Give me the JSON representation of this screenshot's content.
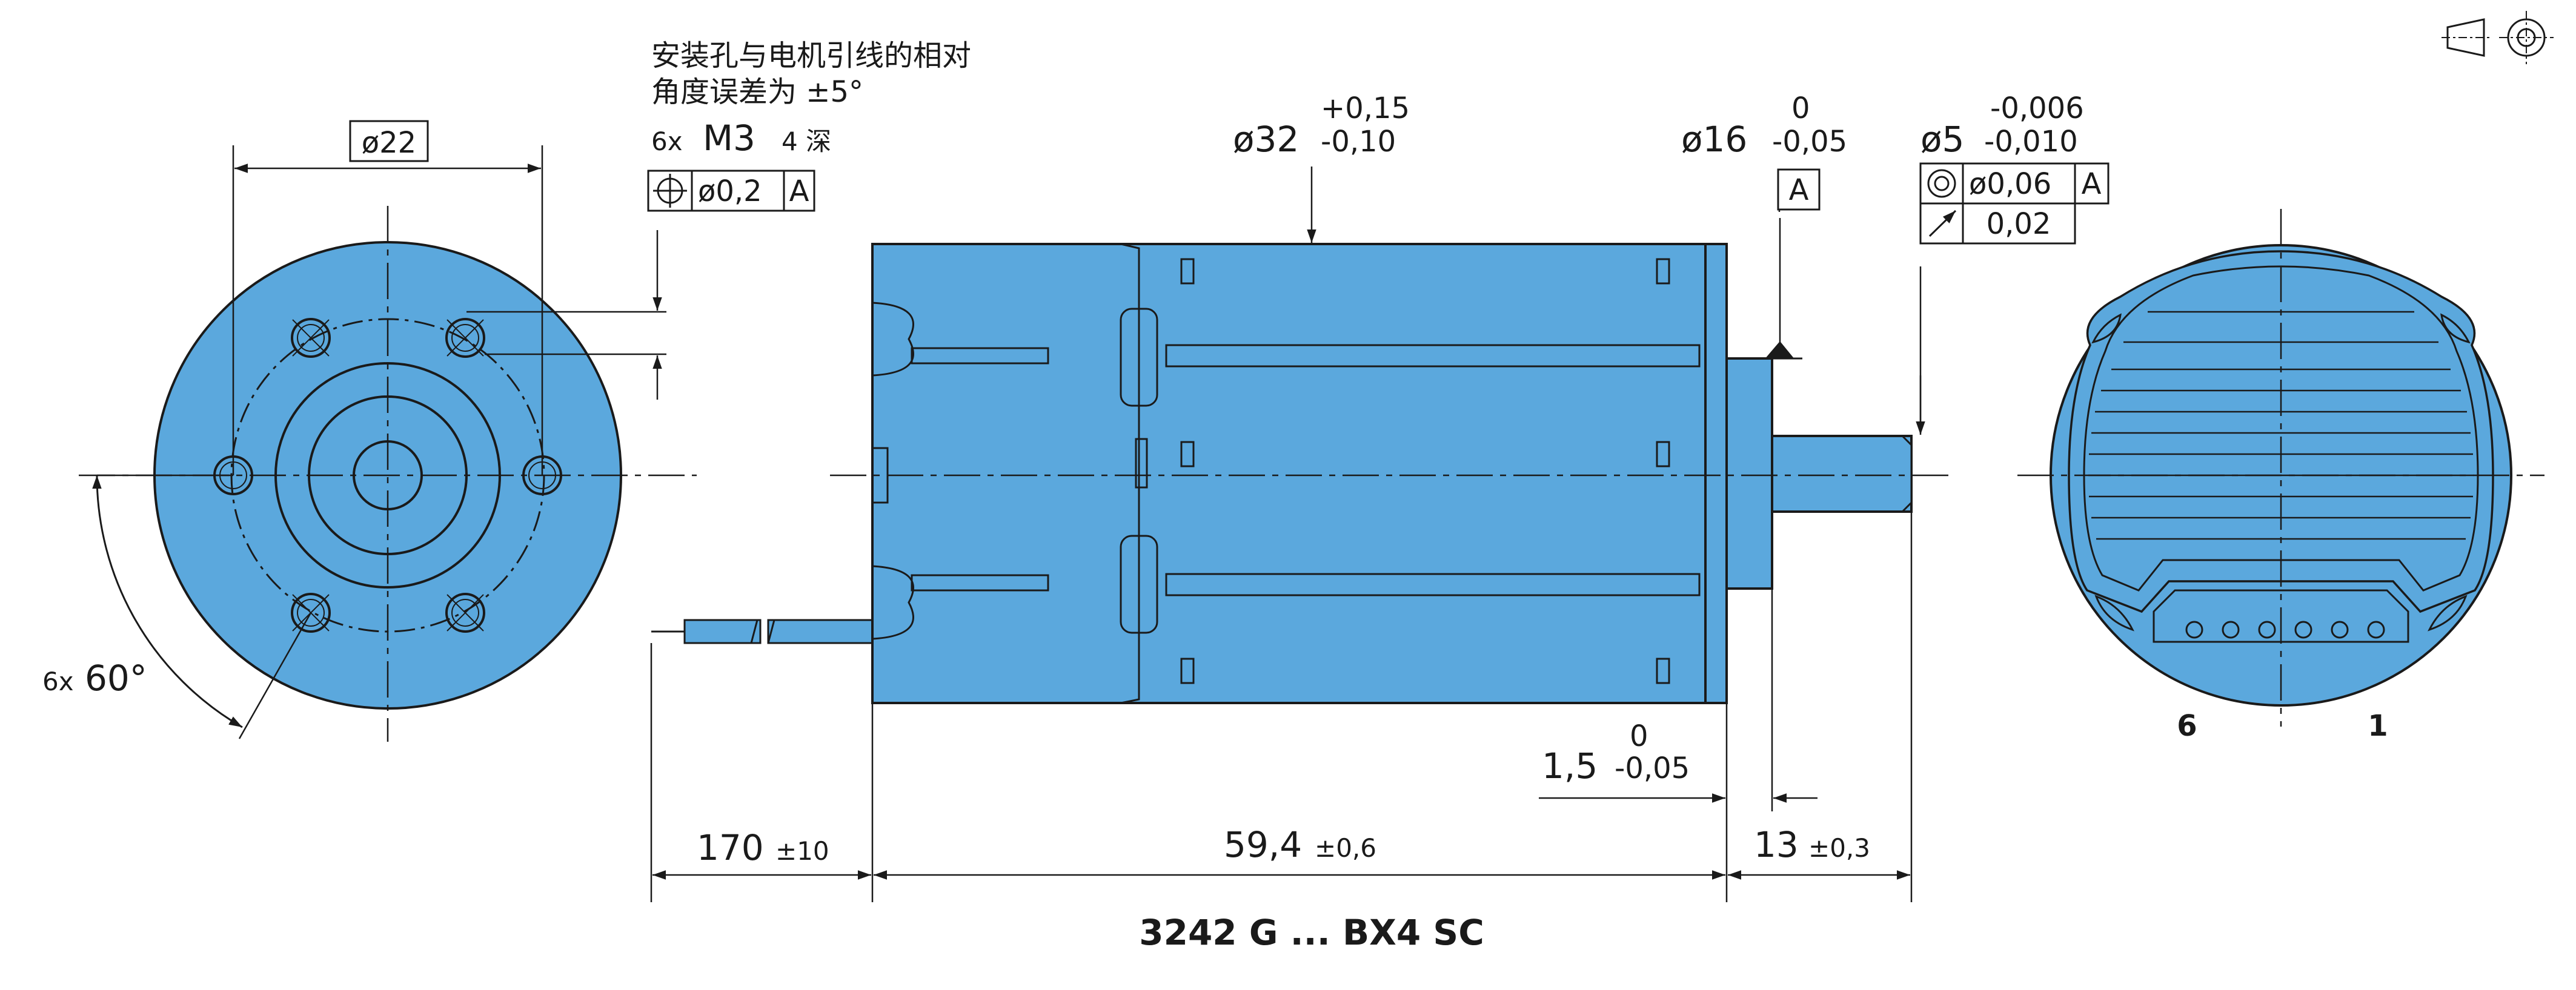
{
  "drawing": {
    "model": "3242 G ... BX4 SC",
    "body_color": "#5ba8dd",
    "line_color": "#1a1a1a"
  },
  "front_view": {
    "bolt_circle_dia": "ø22",
    "hole_note_line1": "安装孔与电机引线的相对",
    "hole_note_line2": "角度误差为 ±5°",
    "hole_count": "6x",
    "hole_thread": "M3",
    "hole_depth": "4 深",
    "position_tol_value": "ø0,2",
    "position_tol_datum": "A",
    "angle_count": "6x",
    "angle_value": "60°"
  },
  "side_view": {
    "body_dia": "ø32",
    "body_tol_upper": "+0,15",
    "body_tol_lower": "-0,10",
    "pilot_dia": "ø16",
    "pilot_tol_upper": "0",
    "pilot_tol_lower": "-0,05",
    "datum_label": "A",
    "shaft_dia": "ø5",
    "shaft_tol_upper": "-0,006",
    "shaft_tol_lower": "-0,010",
    "concentricity_value": "ø0,06",
    "concentricity_datum": "A",
    "runout_value": "0,02",
    "flange_thk": "1,5",
    "flange_tol_upper": "0",
    "flange_tol_lower": "-0,05",
    "cable_len": "170",
    "cable_tol": "±10",
    "body_len": "59,4",
    "body_len_tol": "±0,6",
    "shaft_len": "13",
    "shaft_len_tol": "±0,3"
  },
  "rear_view": {
    "pin_left": "6",
    "pin_right": "1"
  }
}
